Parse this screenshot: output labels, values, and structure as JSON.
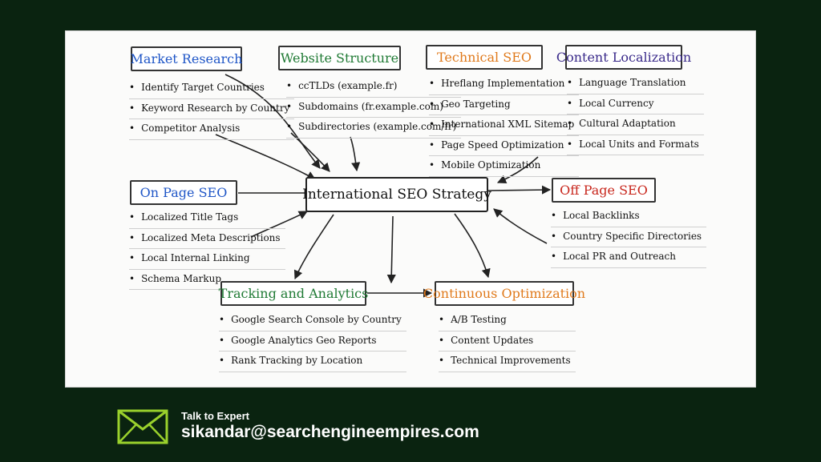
{
  "diagram": {
    "center": "International SEO Strategy",
    "nodes": {
      "market_research": {
        "title": "Market Research",
        "color": "#1f56c7",
        "items": [
          "Identify Target Countries",
          "Keyword Research by Country",
          "Competitor Analysis"
        ]
      },
      "website_structure": {
        "title": "Website Structure",
        "color": "#1f7a34",
        "items": [
          "ccTLDs (example.fr)",
          "Subdomains (fr.example.com)",
          "Subdirectories (example.com/fr)"
        ]
      },
      "technical_seo": {
        "title": "Technical SEO",
        "color": "#e07a1c",
        "items": [
          "Hreflang Implementation",
          "Geo Targeting",
          "International XML Sitemap",
          "Page Speed Optimization",
          "Mobile Optimization"
        ]
      },
      "content_localization": {
        "title": "Content Localization",
        "color": "#3a2a8a",
        "items": [
          "Language Translation",
          "Local Currency",
          "Cultural Adaptation",
          "Local Units and Formats"
        ]
      },
      "on_page_seo": {
        "title": "On Page SEO",
        "color": "#1f56c7",
        "items": [
          "Localized Title Tags",
          "Localized Meta Descriptions",
          "Local Internal Linking",
          "Schema Markup"
        ]
      },
      "off_page_seo": {
        "title": "Off Page SEO",
        "color": "#c8261c",
        "items": [
          "Local Backlinks",
          "Country Specific Directories",
          "Local PR and Outreach"
        ]
      },
      "tracking_analytics": {
        "title": "Tracking and Analytics",
        "color": "#1f7a34",
        "items": [
          "Google Search Console by Country",
          "Google Analytics Geo Reports",
          "Rank Tracking by Location"
        ]
      },
      "continuous_optimization": {
        "title": "Continuous Optimization",
        "color": "#e07a1c",
        "items": [
          "A/B Testing",
          "Content Updates",
          "Technical Improvements"
        ]
      }
    }
  },
  "footer": {
    "label": "Talk to Expert",
    "email": "sikandar@searchengineempires.com",
    "icon": "envelope-icon",
    "accent_color": "#9ad12c"
  }
}
